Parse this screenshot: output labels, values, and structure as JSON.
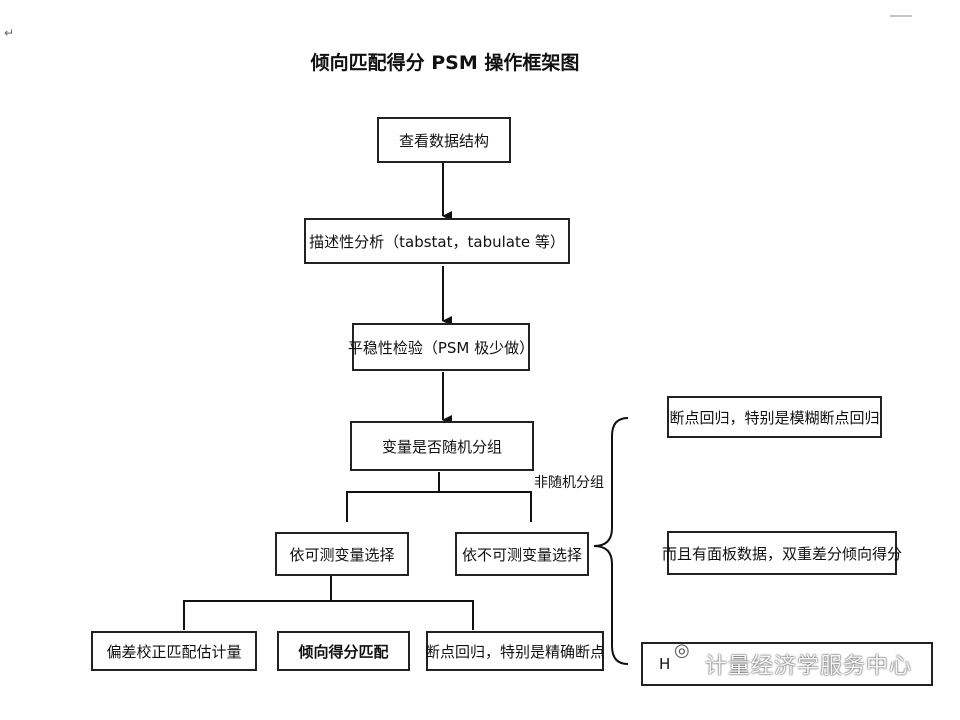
{
  "title": "倾向匹配得分 PSM 操作框架图",
  "boxes": {
    "b1": "查看数据结构",
    "b2": "描述性分析（tabstat，tabulate 等）",
    "b3": "平稳性检验（PSM 极少做）",
    "b4": "变量是否随机分组",
    "b5": "依可测变量选择",
    "b6": "依不可测变量选择",
    "b7": "偏差校正匹配估计量",
    "b8": "倾向得分匹配",
    "b9": "断点回归，特别是精确断点",
    "r1": "断点回归，特别是模糊断点回归",
    "r2": "而且有面板数据，双重差分倾向得分",
    "r3": "H"
  },
  "labels": {
    "nonrandom": "非随机分组"
  },
  "watermark": "计量经济学服务中心"
}
